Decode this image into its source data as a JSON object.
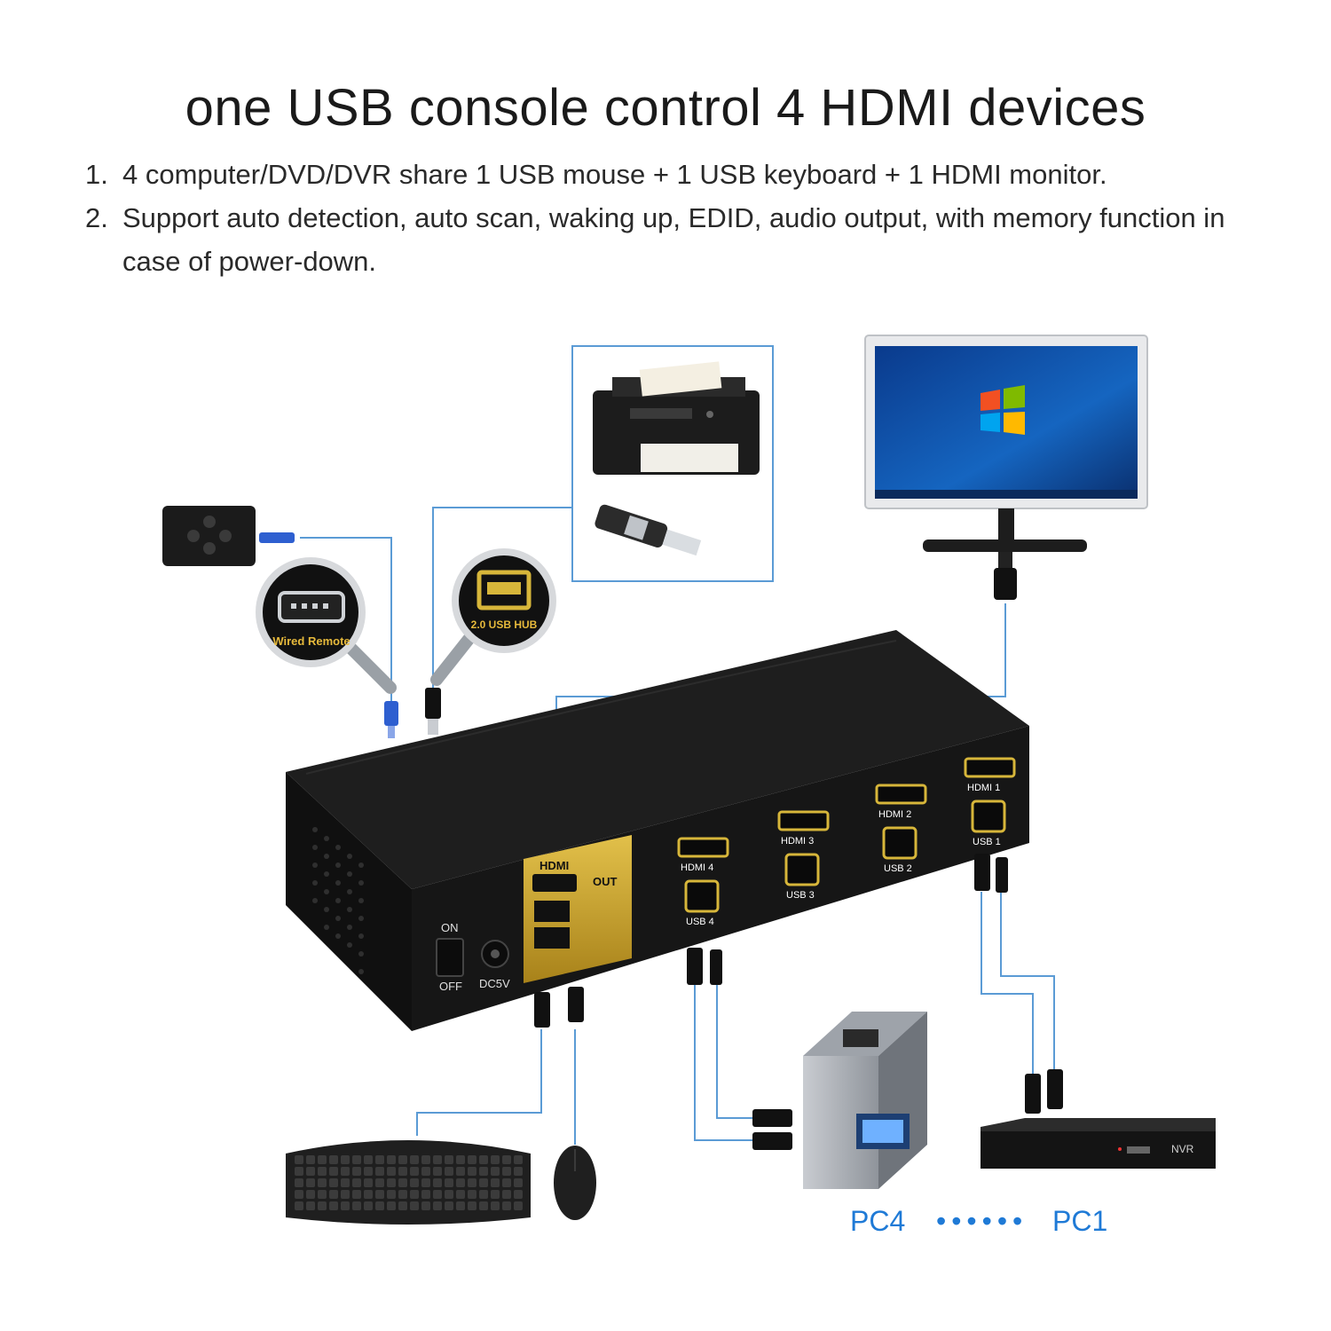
{
  "title": "one USB console control 4 HDMI devices",
  "features": [
    {
      "num": "1.",
      "text": "4 computer/DVD/DVR share 1 USB mouse + 1 USB keyboard + 1 HDMI monitor."
    },
    {
      "num": "2.",
      "text": "Support auto detection, auto scan, waking up, EDID, audio output, with memory function in case of power-down."
    }
  ],
  "device": {
    "hdmi_out_label": "HDMI",
    "out_label": "OUT",
    "on_label": "ON",
    "off_label": "OFF",
    "dc_label": "DC5V",
    "ports": [
      {
        "hdmi": "HDMI 4",
        "usb": "USB 4"
      },
      {
        "hdmi": "HDMI 3",
        "usb": "USB 3"
      },
      {
        "hdmi": "HDMI 2",
        "usb": "USB 2"
      },
      {
        "hdmi": "HDMI 1",
        "usb": "USB 1"
      }
    ]
  },
  "callouts": {
    "wired_remote": "Wired Remote",
    "usb_hub": "2.0 USB HUB"
  },
  "nvr_label": "NVR",
  "pc_labels": {
    "left": "PC4",
    "right": "PC1",
    "dots": "••••••"
  },
  "colors": {
    "accent": "#1f7ad6",
    "cable": "#5b9bd5",
    "gold": "#c9a227",
    "body": "#151515"
  }
}
